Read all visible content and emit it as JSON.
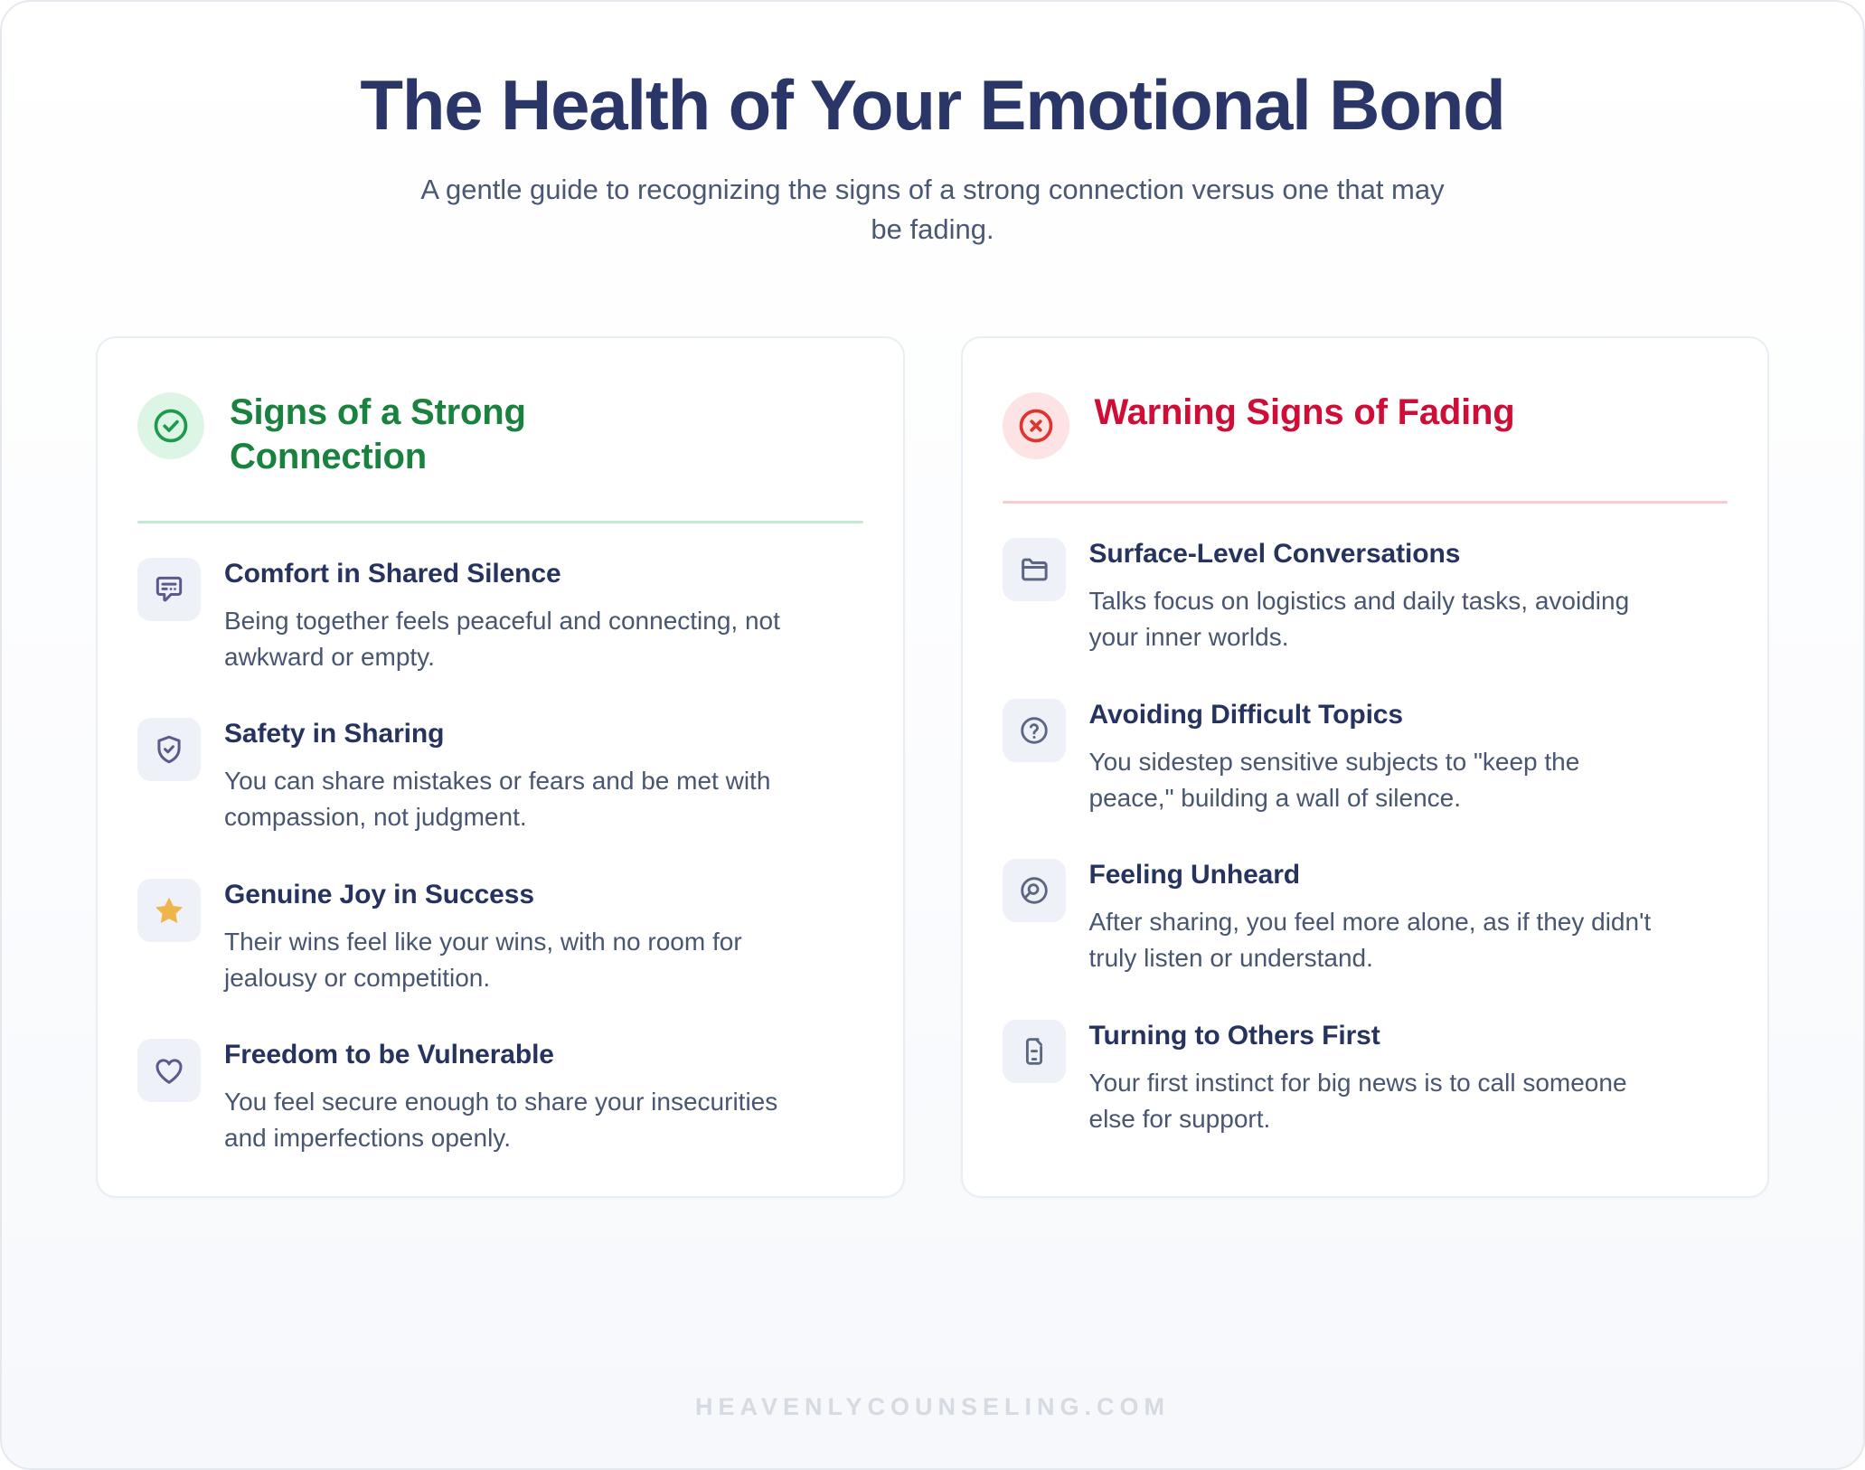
{
  "header": {
    "title": "The Health of Your Emotional Bond",
    "subtitle": "A gentle guide to recognizing the signs of a strong connection versus one that may be fading."
  },
  "colors": {
    "title_navy": "#2a3667",
    "good_green": "#19823f",
    "good_badge_bg": "#ddf5e4",
    "good_divider": "#c5ead3",
    "bad_red": "#cf0d36",
    "bad_badge_bg": "#fde3e4",
    "bad_divider": "#f8cdd2",
    "item_title": "#27335f",
    "item_desc": "#485671",
    "icon_box_bg": "#eef1f7",
    "icon_stroke": "#5b5a8c",
    "star_gold": "#eeb54a",
    "footer_gray": "#d5dae3",
    "card_border": "#e9edf4"
  },
  "columns": [
    {
      "kind": "good",
      "badge_icon": "check-circle-icon",
      "title": "Signs of a Strong Connection",
      "items": [
        {
          "icon": "chat-bubble-icon",
          "title": "Comfort in Shared Silence",
          "desc": "Being together feels peaceful and connecting, not awkward or empty."
        },
        {
          "icon": "shield-check-icon",
          "title": "Safety in Sharing",
          "desc": "You can share mistakes or fears and be met with compassion, not judgment."
        },
        {
          "icon": "star-icon",
          "title": "Genuine Joy in Success",
          "desc": "Their wins feel like your wins, with no room for jealousy or competition."
        },
        {
          "icon": "heart-icon",
          "title": "Freedom to be Vulnerable",
          "desc": "You feel secure enough to share your insecurities and imperfections openly."
        }
      ]
    },
    {
      "kind": "bad",
      "badge_icon": "x-circle-icon",
      "title": "Warning Signs of Fading",
      "items": [
        {
          "icon": "folder-icon",
          "title": "Surface-Level Conversations",
          "desc": "Talks focus on logistics and daily tasks, avoiding your inner worlds."
        },
        {
          "icon": "question-circle-icon",
          "title": "Avoiding Difficult Topics",
          "desc": "You sidestep sensitive subjects to \"keep the peace,\" building a wall of silence."
        },
        {
          "icon": "search-circle-icon",
          "title": "Feeling Unheard",
          "desc": "After sharing, you feel more alone, as if they didn't truly listen or understand."
        },
        {
          "icon": "mobile-phone-icon",
          "title": "Turning to Others First",
          "desc": "Your first instinct for big news is to call someone else for support."
        }
      ]
    }
  ],
  "footer": {
    "watermark": "HEAVENLYCOUNSELING.COM"
  }
}
